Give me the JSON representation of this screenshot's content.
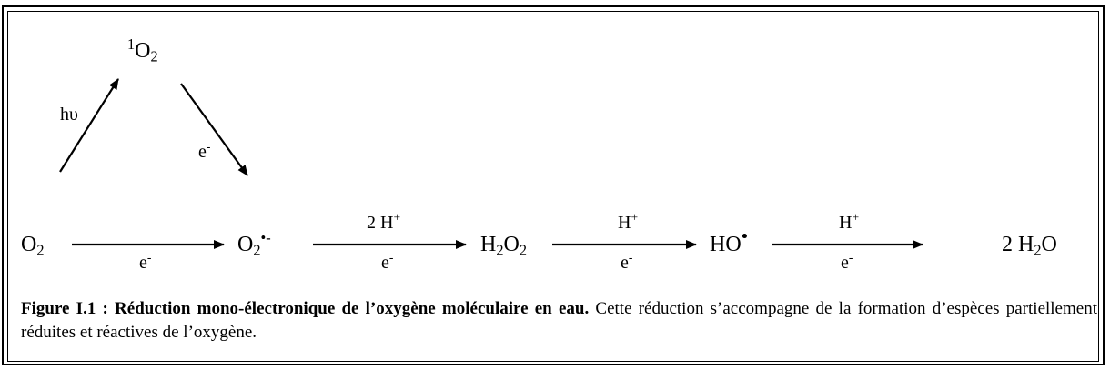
{
  "species": {
    "singlet_pre": "1",
    "o2_symbol": "O",
    "two": "2",
    "superoxide_radical": "•-",
    "h2o2_h": "H",
    "h2o2_o": "O",
    "hydroxyl": "HO",
    "hydroxyl_dot": "•",
    "water_coeff": "2 H",
    "water_o": "O"
  },
  "labels": {
    "h_nu": "hυ",
    "e": "e",
    "minus": "-",
    "two_h": "2 H",
    "h": "H",
    "plus": "+"
  },
  "caption": {
    "bold": "Figure I.1 : Réduction mono-électronique de l’oxygène moléculaire en eau.",
    "rest": " Cette réduction s’accompagne de la formation d’espèces partiellement réduites et réactives de l’oxygène."
  }
}
